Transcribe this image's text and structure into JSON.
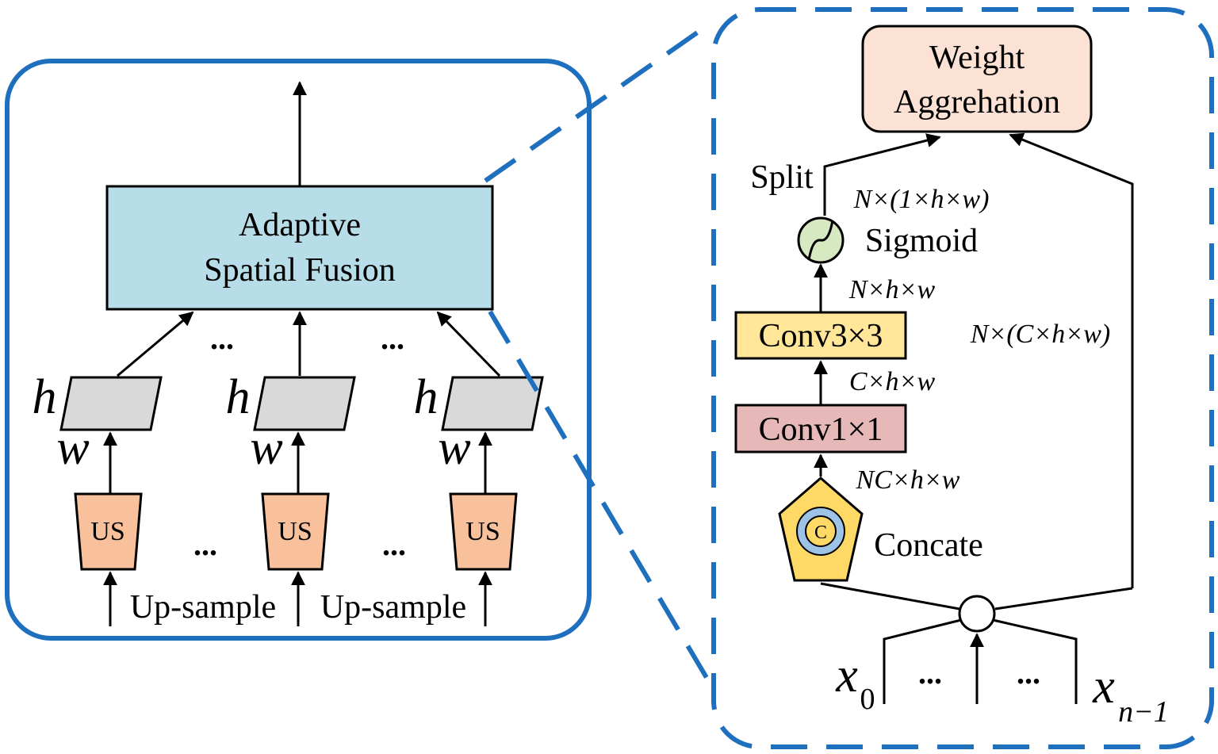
{
  "left_panel": {
    "fusion_block": [
      "Adaptive",
      "Spatial Fusion"
    ],
    "feature_map_height": "h",
    "feature_map_width": "w",
    "upsample_block": "US",
    "upsample_caption": "Up-sample",
    "ellipsis": "..."
  },
  "right_panel": {
    "output_block": [
      "Weight",
      "Aggrehation"
    ],
    "split": "Split",
    "split_shape": "N×(1×h×w)",
    "sigmoid": "Sigmoid",
    "sigmoid_in_shape": "N×h×w",
    "conv3_block": "Conv3×3",
    "bypass_shape": "N×(C×h×w)",
    "conv3_in_shape": "C×h×w",
    "conv1_block": "Conv1×1",
    "concat_out_shape": "NC×h×w",
    "concat_symbol": "C",
    "concat_label": "Concate",
    "input_first": "x",
    "input_first_sub": "0",
    "input_last": "x",
    "input_last_sub": "n−1",
    "ellipsis": "..."
  },
  "colors": {
    "panel_border": "#1f6fbf",
    "fusion_fill": "#b7dde8",
    "feature_fill": "#d9d9d9",
    "upsample_fill": "#f8c19b",
    "output_fill": "#fbe2d5",
    "conv3_fill": "#ffe699",
    "conv1_fill": "#e6b9b8",
    "sigmoid_fill": "#d6e9c0",
    "concat_fill": "#ffd966",
    "concat_ring": "#9dc3e6"
  }
}
